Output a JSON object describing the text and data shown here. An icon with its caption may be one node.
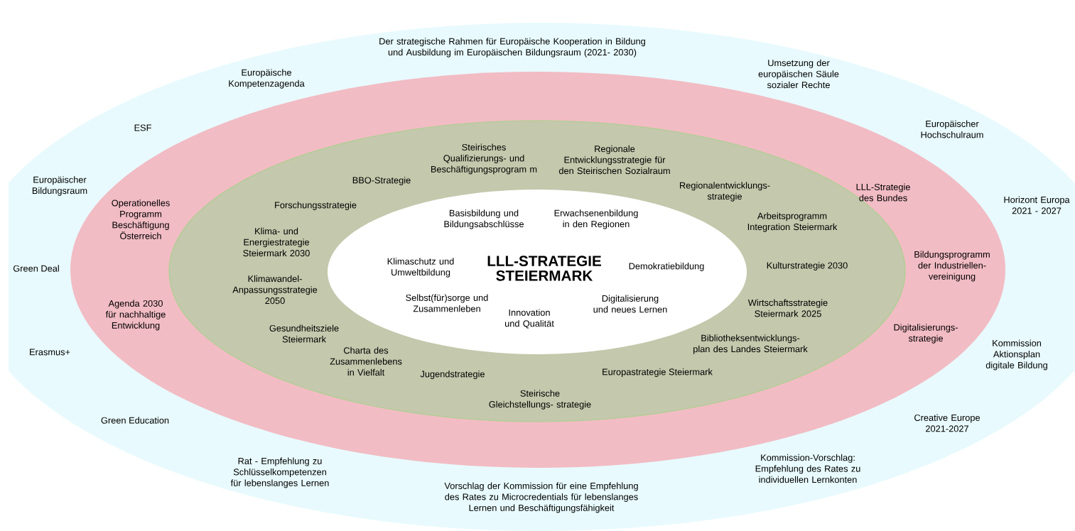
{
  "diagram": {
    "nodes": [
      {
        "text": [
          "Der strategische Rahmen für Europäische Kooperation in Bildung und Ausbildung im Europäischen Bildungsraum (2021- 2030)",
          "Europäische Kompetenzagenda",
          "Umsetzung der europäischen Säule sozialer Rechte",
          "ESF",
          "Europäischer Hochschulraum",
          "Europäischer Bildungsraum",
          "Horizont Europa 2021 - 2027",
          "Green Deal",
          "Erasmus+",
          "Kommission Aktionsplan digitale Bildung",
          "Green Education",
          "Creative Europe 2021-2027",
          "Rat - Empfehlung zu Schlüsselkompetenzen für lebenslanges Lernen",
          "Kommission-Vorschlag: Empfehlung des Rates zu individuellen Lernkonten",
          "Vorschlag der Kommission für eine Empfehlung des Rates zu Microcredentials für lebenslanges Lernen und Beschäftigungsfähigkeit"
        ]
      },
      {
        "text": [
          "LLL-Strategie des Bundes",
          "Operationelles Programm Beschäftigung Österreich",
          "Bildungsprogramm der Industriellen- vereinigung",
          "Agenda 2030 für nachhaltige Entwicklung",
          "Digitalisierungs- strategie"
        ],
        "in": 0
      },
      {
        "text": [
          "Steirisches Qualifizierungs- und Beschäftigungsprogram m",
          "Regionale Entwicklungsstrategie für den Steirischen Sozialraum",
          "BBO-Strategie",
          "Regionalentwicklungs- strategie",
          "Forschungsstrategie",
          "Arbeitsprogramm Integration Steiermark",
          "Klima- und Energiestrategie Steiermark 2030",
          "Kulturstrategie 2030",
          "Klimawandel- Anpassungsstrategie 2050",
          "Wirtschaftsstrategie Steiermark 2025",
          "Gesundheitsziele Steiermark",
          "Bibliotheksentwicklungs- plan des Landes Steiermark",
          "Charta des Zusammenlebens in Vielfalt",
          "Jugendstrategie",
          "Europastrategie Steiermark",
          "Steirische Gleichstellungs- strategie"
        ],
        "in": 1
      },
      {
        "text": [
          "LLL-STRATEGIE STEIERMARK",
          "Basisbildung und Bildungsabschlüsse",
          "Erwachsenenbildung in den Regionen",
          "Klimaschutz und Umweltbildung",
          "Demokratiebildung",
          "Selbst(für)sorge und Zusammenleben",
          "Digitalisierung und neues Lernen",
          "Innovation und Qualität"
        ],
        "in": 2
      }
    ]
  }
}
